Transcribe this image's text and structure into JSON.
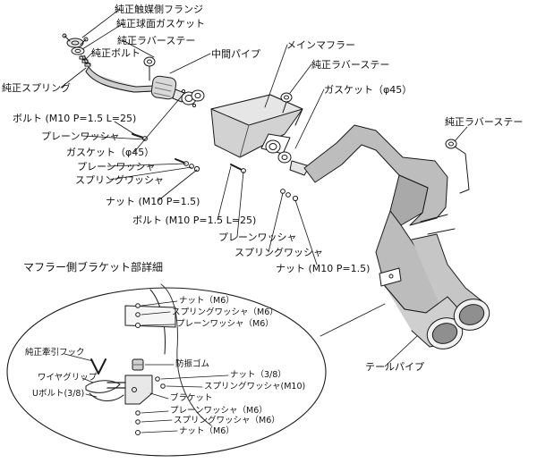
{
  "diagram": {
    "labels": {
      "oem_cat_flange": "純正触媒側フランジ",
      "oem_spherical_gasket": "純正球面ガスケット",
      "oem_rubber_stay_1": "純正ラバーステー",
      "oem_bolt": "純正ボルト",
      "mid_pipe": "中間パイプ",
      "main_muffler": "メインマフラー",
      "oem_rubber_stay_2": "純正ラバーステー",
      "oem_spring": "純正スプリング",
      "gasket_phi45_right": "ガスケット（φ45）",
      "bolt_m10_left": "ボルト (M10 P=1.5 L=25)",
      "plain_washer_1": "プレーンワッシャ",
      "gasket_phi45_left": "ガスケット（φ45）",
      "plain_washer_2": "プレーンワッシャ",
      "spring_washer_1": "スプリングワッシャ",
      "nut_m10_left": "ナット (M10 P=1.5)",
      "bolt_m10_center": "ボルト (M10 P=1.5 L=25)",
      "oem_rubber_stay_3": "純正ラバーステー",
      "plain_washer_3": "プレーンワッシャ",
      "spring_washer_2": "スプリングワッシャ",
      "nut_m10_right": "ナット (M10 P=1.5)",
      "tail_pipe": "テールパイプ"
    },
    "detail": {
      "title": "マフラー側ブラケット部詳細",
      "labels": {
        "nut_m6_top": "ナット（M6）",
        "spring_washer_m6_top": "スプリングワッシャ（M6）",
        "plain_washer_m6_top": "プレーンワッシャ（M6）",
        "oem_tow_hook": "純正牽引フック",
        "rubber_mount": "防振ゴム",
        "nut_3_8": "ナット（3/8）",
        "wire_grip": "ワイヤグリップ",
        "spring_washer_m10": "スプリングワッシャ(M10)",
        "u_bolt": "Uボルト(3/8)",
        "bracket": "ブラケット",
        "plain_washer_m6_bottom": "プレーンワッシャ（M6）",
        "spring_washer_m6_bottom": "スプリングワッシャ（M6）",
        "nut_m6_bottom": "ナット（M6）"
      }
    }
  }
}
